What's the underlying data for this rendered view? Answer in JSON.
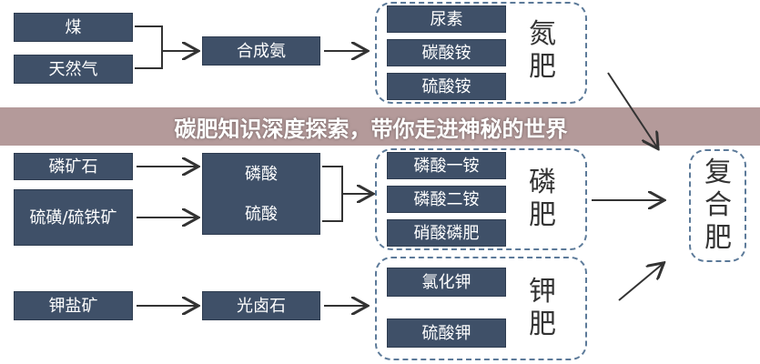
{
  "nitrogen": {
    "sources": [
      "煤",
      "天然气"
    ],
    "intermediate": "合成氨",
    "products": [
      "尿素",
      "碳酸铵",
      "硫酸铵"
    ],
    "label": "氮肥"
  },
  "phosphorus": {
    "sources": [
      "磷矿石",
      "硫磺/硫铁矿"
    ],
    "intermediate": "磷酸\n\n硫酸",
    "intermediate_top": "磷酸",
    "intermediate_bottom": "硫酸",
    "products": [
      "磷酸一铵",
      "磷酸二铵",
      "硝酸磷肥"
    ],
    "label": "磷肥"
  },
  "potassium": {
    "sources": [
      "钾盐矿"
    ],
    "intermediate": "光卤石",
    "products": [
      "氯化钾",
      "硫酸钾"
    ],
    "label": "钾肥"
  },
  "compound": {
    "label": "复合肥"
  },
  "banner": {
    "title": "碳肥知识深度探索，带你走进神秘的世界"
  }
}
